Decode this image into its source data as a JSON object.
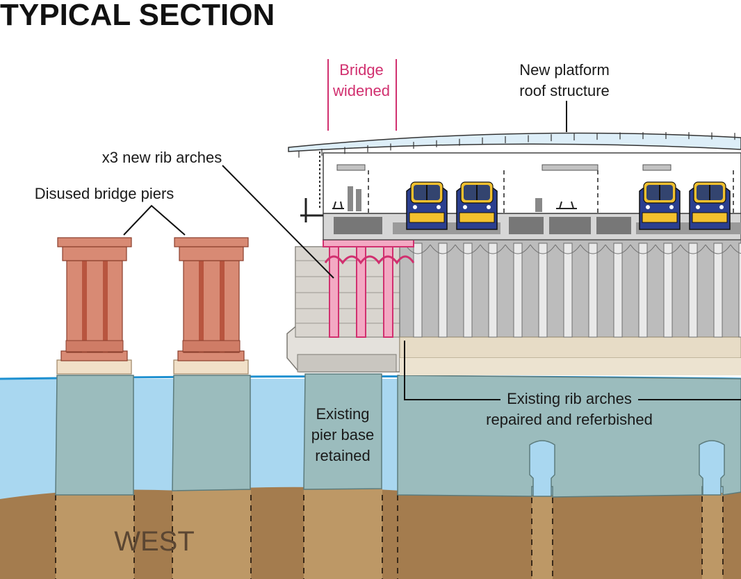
{
  "title": "TYPICAL SECTION",
  "labels": {
    "bridge_widened": [
      "Bridge",
      "widened"
    ],
    "new_roof": [
      "New platform",
      "roof structure"
    ],
    "new_rib_arches": "x3 new rib arches",
    "disused_piers": "Disused bridge piers",
    "pier_base": [
      "Existing",
      "pier base",
      "retained"
    ],
    "existing_rib_arches": [
      "Existing rib arches",
      "repaired and referbished"
    ],
    "west": "WEST"
  },
  "colors": {
    "water": "#a9d7f0",
    "water_line": "#1e90d0",
    "ground": "#a47c4e",
    "ground_light": "#bd9866",
    "pier_brick": "#d88a74",
    "pier_brick_dark": "#b8553f",
    "highlight_pink": "#d1306f",
    "pier_base": "#9bbcbd",
    "train_blue": "#2b3f8f",
    "train_yellow": "#f2c12e"
  }
}
